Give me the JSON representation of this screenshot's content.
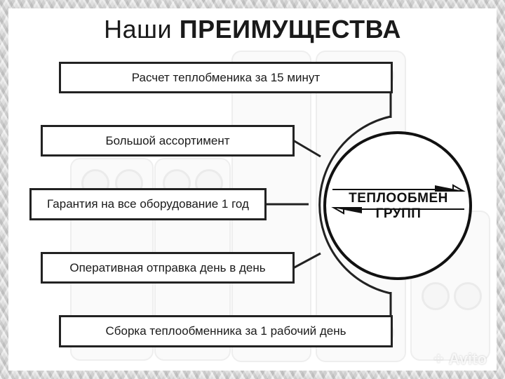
{
  "header": {
    "title_regular": "Наши",
    "title_bold": "ПРЕИМУЩЕСТВА"
  },
  "advantages": [
    "Расчет теплобменика за 15 минут",
    "Большой ассортимент",
    "Гарантия на все оборудование 1 год",
    "Оперативная отправка день в день",
    "Сборка теплообменника за 1 рабочий день"
  ],
  "logo": {
    "text": "ТЕПЛООБМЕН ГРУПП"
  },
  "watermark": {
    "text": "Avito"
  }
}
